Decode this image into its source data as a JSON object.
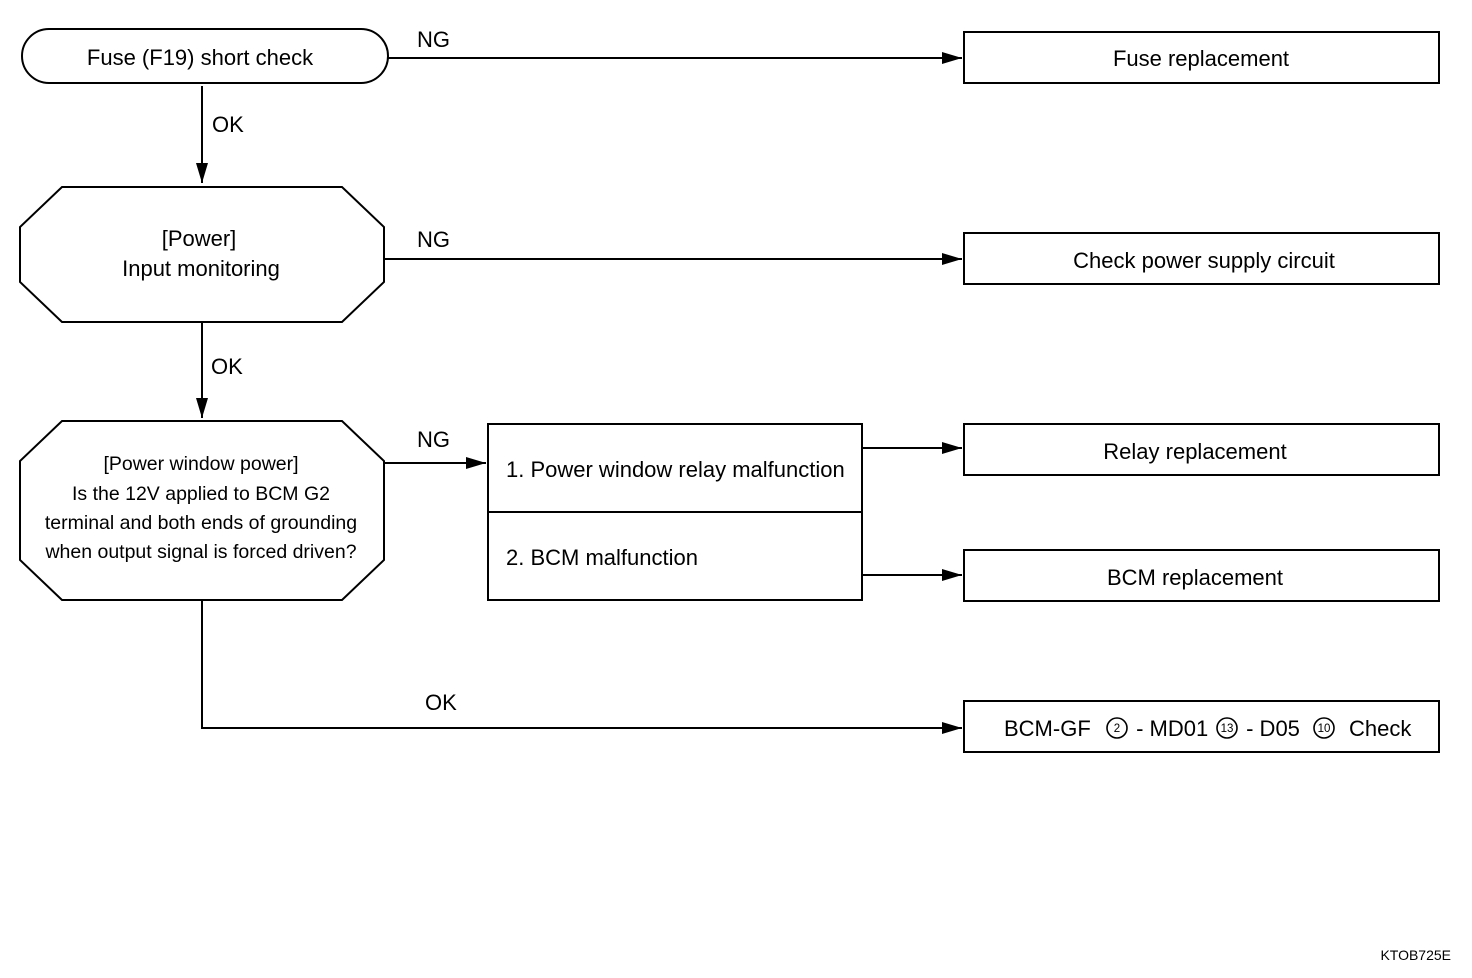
{
  "nodes": {
    "fuse_check": "Fuse (F19) short check",
    "power_monitor": {
      "line1": "[Power]",
      "line2": "Input monitoring"
    },
    "pw_power": {
      "line1": "[Power window power]",
      "line2": "Is the 12V applied to BCM G2",
      "line3": "terminal and both ends of grounding",
      "line4": "when output signal is forced driven?"
    },
    "causes": {
      "cause1": "1. Power window relay malfunction",
      "cause2": "2. BCM malfunction"
    },
    "actions": {
      "fuse_replacement": "Fuse replacement",
      "check_power_supply": "Check power supply circuit",
      "relay_replacement": "Relay replacement",
      "bcm_replacement": "BCM replacement",
      "final_check": {
        "part1": "BCM-GF",
        "circ1": "2",
        "part2": " - MD01",
        "circ2": "13",
        "part3": " - D05",
        "circ3": "10",
        "part4": "Check"
      }
    }
  },
  "edges": {
    "ng1": "NG",
    "ok1": "OK",
    "ng2": "NG",
    "ok2": "OK",
    "ng3": "NG",
    "ok3": "OK"
  },
  "figure_code": "KTOB725E"
}
